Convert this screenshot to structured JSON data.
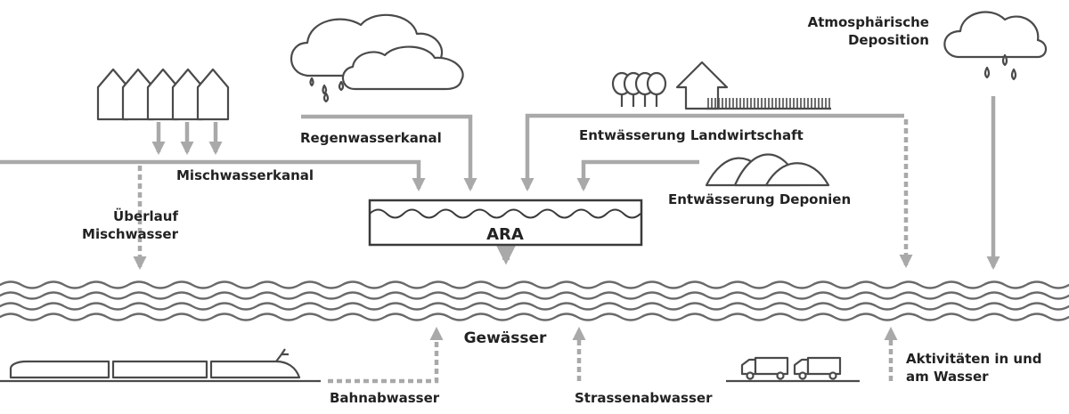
{
  "labels": {
    "regen": "Regenwasserkanal",
    "misch": "Mischwasserkanal",
    "ueberlauf_1": "Überlauf",
    "ueberlauf_2": "Mischwasser",
    "landw": "Entwässerung Landwirtschaft",
    "depon": "Entwässerung Deponien",
    "atmo_1": "Atmosphärische",
    "atmo_2": "Deposition",
    "ara": "ARA",
    "gewaesser": "Gewässer",
    "bahn": "Bahnabwasser",
    "strasse": "Strassenabwasser",
    "aktiv_1": "Aktivitäten in und",
    "aktiv_2": "am Wasser"
  },
  "colors": {
    "line": "#4a4a4a",
    "arrow": "#a9a9a9",
    "text": "#222222",
    "background": "#ffffff"
  },
  "icons": [
    "houses-icon",
    "rain-cloud-icon",
    "trees-icon",
    "farm-house-icon",
    "field-icon",
    "landfill-hills-icon",
    "treatment-plant-icon",
    "river-waves-icon",
    "train-icon",
    "trucks-icon"
  ]
}
